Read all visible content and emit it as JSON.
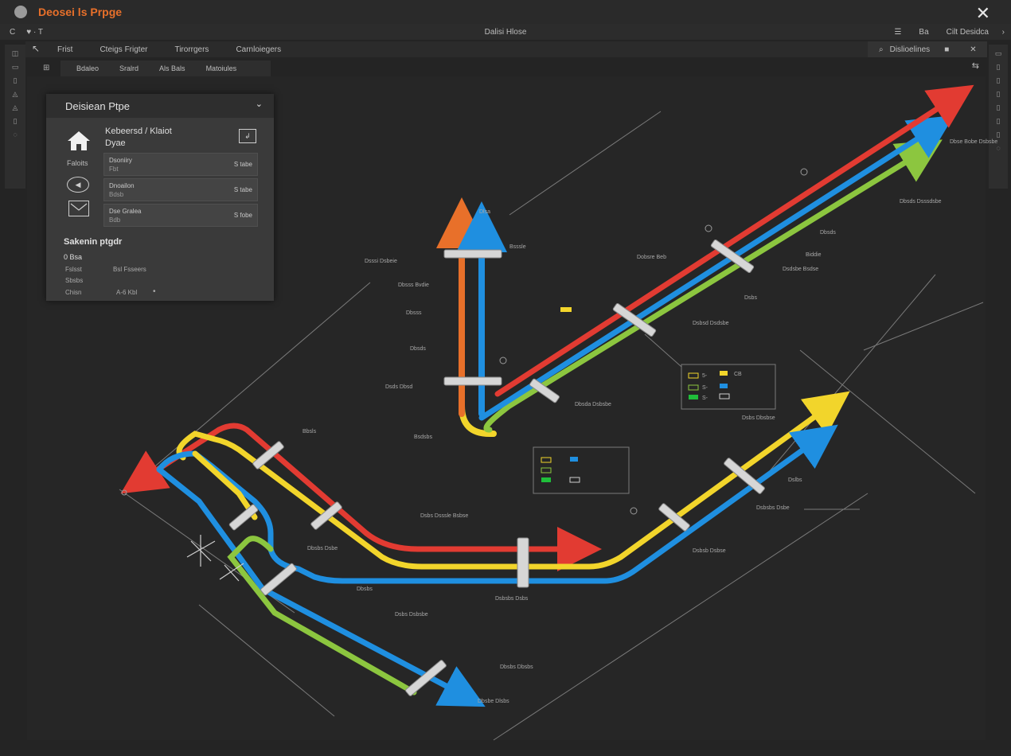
{
  "window": {
    "title": "Deosei ls Prpge"
  },
  "menubar": {
    "left": [
      "C",
      "♥ · T"
    ],
    "center": "Dalisi Hlose",
    "right": [
      "☰",
      "Ba",
      "Cilt Desidca"
    ]
  },
  "toolbar": {
    "tabs": [
      "Frist",
      "Cteigs Frigter",
      "Tirorrgers",
      "Carnloiegers"
    ],
    "search_label": "Dislioelines",
    "subtabs": [
      "Bdaleo",
      "Sralrd",
      "Als Bals",
      "Matoiules"
    ]
  },
  "panel": {
    "title": "Deisiean Ptpe",
    "header_title": "Kebeersd / Klaiot",
    "header_sub": "Dyae",
    "side_label": "Faloits",
    "rows": [
      {
        "name": "Dsoniiry",
        "sub": "Fbt",
        "value": "S tabe"
      },
      {
        "name": "Dnoailon",
        "sub": "Bdsb",
        "value": "S tabe"
      },
      {
        "name": "Dse Gralea",
        "sub": "Bdb",
        "value": "S fobe"
      }
    ],
    "summary_title": "Sakenin ptgdr",
    "summary_value": "0 Bsa",
    "summary_lines": [
      {
        "a": "Fslsst",
        "b": "Bsl Fsseers"
      },
      {
        "a": "Sbsbs",
        "b": ""
      },
      {
        "a": "Chisn",
        "b": "A-6 Kbl"
      }
    ]
  },
  "diagram": {
    "colors": {
      "red": "#e23b32",
      "blue": "#1f8fe0",
      "green": "#8cc63f",
      "yellow": "#f2d52b",
      "orange": "#e8702a"
    },
    "labels": [
      "Dlsa",
      "Bsssle",
      "Dsssi Dsbeie",
      "Dbsss Bvdie",
      "Dbsss",
      "Dbsds",
      "Dsds Dbsd",
      "Bsdsbs",
      "Dobsre Beb",
      "Dsbsd Dsdsbe",
      "Dsdsbe Bsdse",
      "Biddie",
      "Dbsds",
      "Dbsds Dsssdsbe",
      "Dbse Bobe Dsbsbe",
      "Dbsda Dsbsbe",
      "Bbsls",
      "Dsbs Dsssle Bsbse",
      "Dbsbs Dsbe",
      "Dbsbs",
      "Dsbs Dsbsbe",
      "Dbsbs Dbsbs",
      "Dbsbe Dlsbs",
      "Dsbsb Dsbse",
      "Dsbs",
      "Dsbs Dbsbse",
      "Dsbsbs Dsbe",
      "Dslbs",
      "Dsbsbs Dsbs"
    ],
    "legend_codes": [
      "5-",
      "CB",
      "S-",
      "S-"
    ]
  }
}
